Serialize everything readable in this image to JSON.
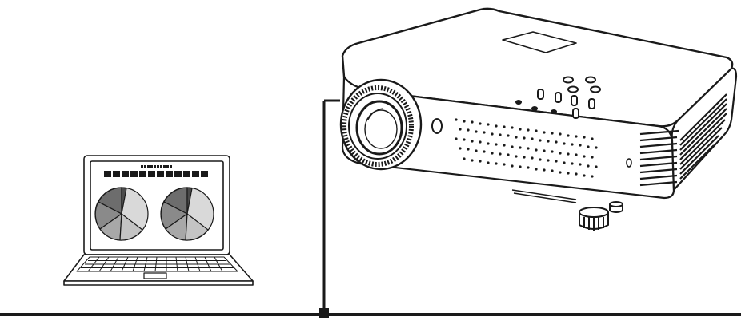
{
  "diagram": {
    "elements": [
      "laptop-computer",
      "projector",
      "network-cable",
      "network-line"
    ],
    "colors": {
      "line": "#1a1a1a",
      "body": "#ffffff",
      "pie_dark": "#6d6d6d",
      "pie_mid": "#a8a8a8",
      "pie_light": "#d9d9d9"
    }
  }
}
